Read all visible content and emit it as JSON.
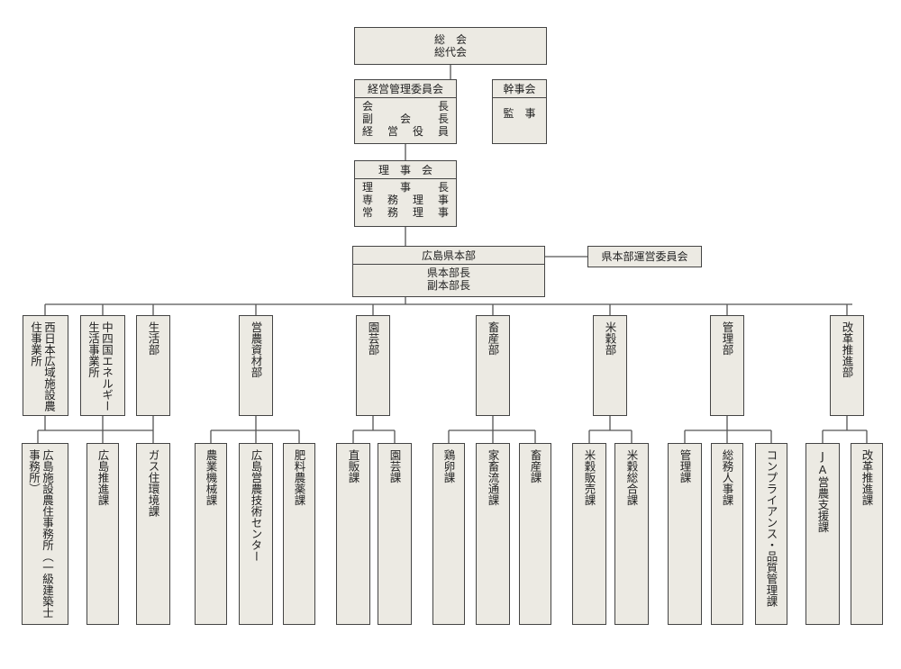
{
  "colors": {
    "box_fill": "#eceae3",
    "border": "#444444",
    "line": "#555555"
  },
  "top": {
    "general_assembly": [
      "総　会",
      "総代会"
    ],
    "management_committee": {
      "title": "経営管理委員会",
      "lines": [
        [
          "会",
          "長"
        ],
        [
          "副",
          "会",
          "長"
        ],
        [
          "経",
          "営",
          "役",
          "員"
        ]
      ]
    },
    "secretary": {
      "title": "幹事会",
      "body": "監　事"
    },
    "board": {
      "title": "理　事　会",
      "lines": [
        [
          "理",
          "事",
          "長"
        ],
        [
          "専",
          "務",
          "理",
          "事"
        ],
        [
          "常",
          "務",
          "理",
          "事"
        ]
      ]
    },
    "hq": {
      "title": "広島県本部",
      "lines": [
        "県本部長",
        "副本部長"
      ]
    },
    "hq_committee": "県本部運営委員会"
  },
  "departments": [
    {
      "name": "西日本広域施設農住事業所"
    },
    {
      "name": "中四国エネルギー生活事業所"
    },
    {
      "name": "生活部"
    },
    {
      "name": "営農資材部"
    },
    {
      "name": "園芸部"
    },
    {
      "name": "畜産部"
    },
    {
      "name": "米穀部"
    },
    {
      "name": "管理部"
    },
    {
      "name": "改革推進部"
    }
  ],
  "sections": [
    "広島施設農住事務所（一級建築士事務所）",
    "広島推進課",
    "ガス住環境課",
    "農業機械課",
    "広島営農技術センター",
    "肥料農薬課",
    "直販課",
    "園芸課",
    "鶏卵課",
    "家畜流通課",
    "畜産課",
    "米穀販売課",
    "米穀総合課",
    "管理課",
    "総務人事課",
    "コンプライアンス・品質管理課",
    "JA営農支援課",
    "改革推進課"
  ]
}
